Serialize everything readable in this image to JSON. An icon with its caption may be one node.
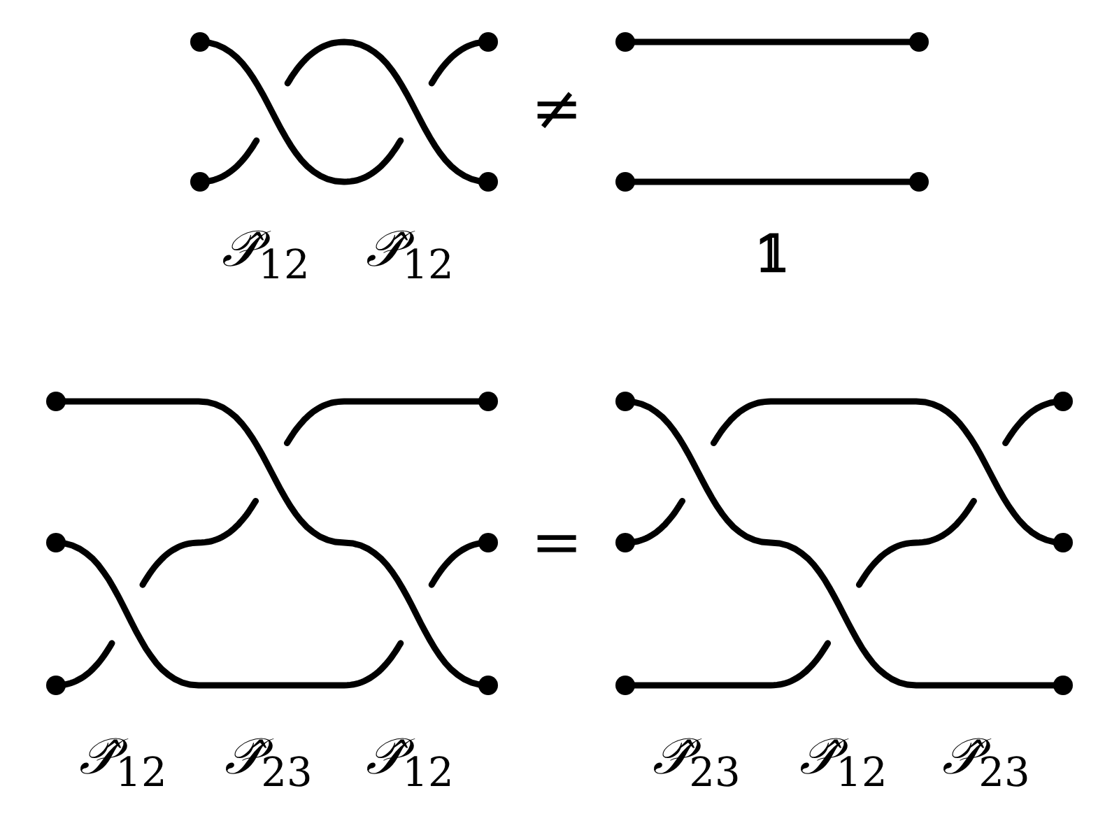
{
  "diagram": {
    "labels": [
      "≠",
      "𝒫̂$_{12}$",
      "𝒫̂$_{12}$",
      "𝟙",
      "=",
      "𝒫̂$_{12}$",
      "𝒫̂$_{23}$",
      "𝒫̂$_{12}$",
      "𝒫̂$_{23}$",
      "𝒫̂$_{12}$",
      "𝒫̂$_{23}$"
    ]
  }
}
